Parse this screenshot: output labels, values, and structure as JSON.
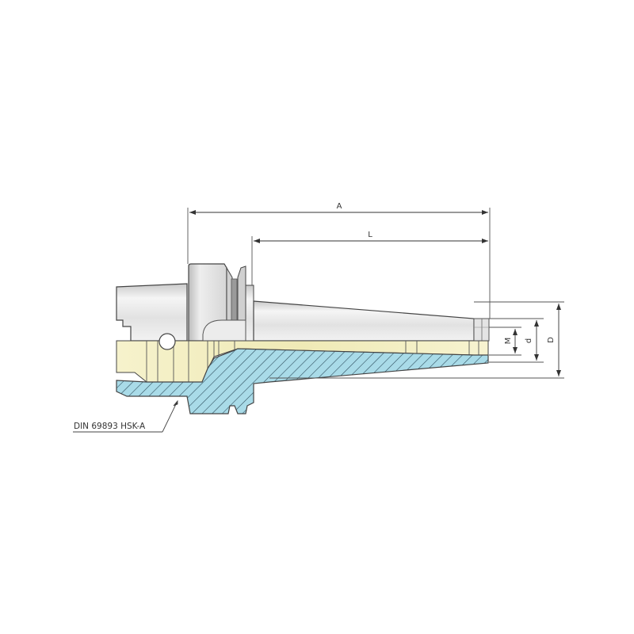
{
  "diagram": {
    "type": "technical-drawing",
    "subject": "HSK-A tool holder, half-section view",
    "dimensions": {
      "A": "A",
      "L": "L",
      "M": "M",
      "d": "d",
      "D": "D"
    },
    "callout": {
      "label": "DIN 69893 HSK-A"
    },
    "colors": {
      "steel_light": "#f4f4f4",
      "steel_mid": "#dcdcdc",
      "steel_dark": "#b8b8b8",
      "section_face": "#f3efc4",
      "hatch_fill": "#a9dbe8",
      "hatch_line": "#2f4f5f",
      "outline": "#444444",
      "dimension_line": "#555555"
    }
  }
}
